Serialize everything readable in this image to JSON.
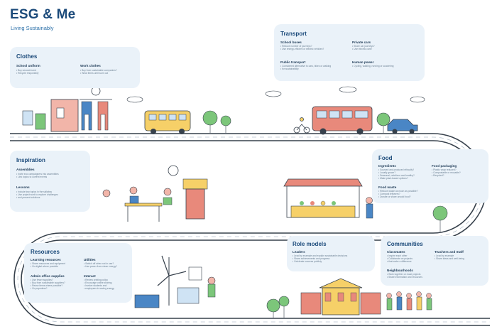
{
  "header": {
    "title": "ESG & Me",
    "subtitle": "Living Sustainably"
  },
  "cards": {
    "clothes": {
      "title": "Clothes",
      "groups": [
        {
          "heading": "School uniform",
          "lines": [
            "• Buy second-hand",
            "• Recycle responsibly"
          ]
        },
        {
          "heading": "Work clothes",
          "lines": [
            "• Buy from sustainable companies?",
            "• Wear items until worn out"
          ]
        }
      ]
    },
    "transport": {
      "title": "Transport",
      "groups": [
        {
          "heading": "School buses",
          "lines": [
            "• Reduce number of journeys?",
            "• Use energy-efficient or electric vehicles?"
          ]
        },
        {
          "heading": "Private cars",
          "lines": [
            "• Share car journeys?",
            "• Use electric cars?"
          ]
        },
        {
          "heading": "Public transport",
          "lines": [
            "• Considered alternative to cars, bikes or walking",
            "• for sustainability"
          ]
        },
        {
          "heading": "Human power",
          "lines": [
            "• Cycling, walking, running or scootering"
          ]
        }
      ]
    },
    "inspiration": {
      "title": "Inspiration",
      "groups": [
        {
          "heading": "Assemblies",
          "lines": [
            "• Invite eco campaigners into assemblies",
            "• Link topics to current events"
          ]
        },
        {
          "heading": "Lessons",
          "lines": [
            "• Include key topics in the syllabus",
            "• Use project work to explore challenges",
            "• and present solutions"
          ]
        }
      ]
    },
    "food": {
      "title": "Food",
      "groups": [
        {
          "heading": "Ingredients",
          "lines": [
            "• Sourced and produced ethically?",
            "• Locally grown?",
            "• Seasonal, nutritious and healthy?",
            "• Make plant-based options?"
          ]
        },
        {
          "heading": "Food packaging",
          "lines": [
            "• Plastic wrap reduced?",
            "• Compostable or reusable?",
            "• Recycled?"
          ]
        },
        {
          "heading": "Food waste",
          "lines": [
            "• Reduce waste as much as possible?",
            "• Compost leftovers?",
            "• Donate or share unsold food?"
          ]
        }
      ]
    },
    "resources": {
      "title": "Resources",
      "groups": [
        {
          "heading": "Learning resources",
          "lines": [
            "• Share resources and equipment",
            "• Go digital where possible"
          ]
        },
        {
          "heading": "Utilities",
          "lines": [
            "• Switch off when not in use?",
            "• Use power from clean energy?"
          ]
        },
        {
          "heading": "Admin office supplies",
          "lines": [
            "• Use fewer supplies?",
            "• Buy from sustainable suppliers?",
            "• Reuse items where possible?",
            "• Go paperless?"
          ]
        },
        {
          "heading": "Interact",
          "lines": [
            "• Review printing policy",
            "• Encourage online sharing",
            "• Involve students and",
            "• employees in saving energy"
          ]
        }
      ]
    },
    "role_models": {
      "title": "Role models",
      "groups": [
        {
          "heading": "Leaders",
          "lines": [
            "• Lead by example and explain sustainable decisions",
            "• Share achievements and progress",
            "• Celebrate success publicly"
          ]
        }
      ]
    },
    "communities": {
      "title": "Communities",
      "groups": [
        {
          "heading": "Classmates",
          "lines": [
            "• Inspire each other",
            "• Collaborate on projects",
            "• that make a difference"
          ]
        },
        {
          "heading": "Teachers and Staff",
          "lines": [
            "• Lead by example",
            "• Share ideas and well-being"
          ]
        },
        {
          "heading": "Neighbourhoods",
          "lines": [
            "• Work together on local projects",
            "• Share information and resources"
          ]
        }
      ]
    }
  },
  "colors": {
    "card_bg": "#eaf2f9",
    "title": "#1b4a7a",
    "accent_blue": "#2a6fa8",
    "road": "#37414c",
    "tree": "#7cc67a",
    "coral": "#e8897b",
    "yellow": "#f6d068"
  }
}
